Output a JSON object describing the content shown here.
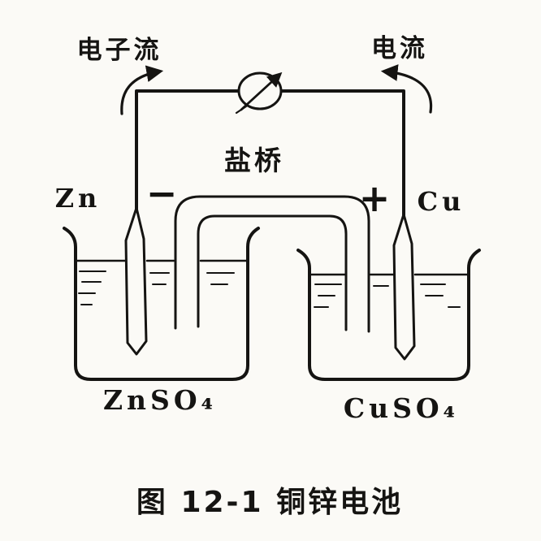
{
  "figure": {
    "labels": {
      "electron_flow": "电子流",
      "current": "电流",
      "salt_bridge": "盐桥",
      "zinc_electrode": "Zn",
      "copper_electrode": "Cu",
      "negative_terminal": "−",
      "positive_terminal": "+",
      "zinc_solution": "ZnSO₄",
      "copper_solution": "CuSO₄"
    },
    "caption": "图 12-1 铜锌电池",
    "colors": {
      "ink": "#151412",
      "paper": "#fbfaf6"
    }
  }
}
